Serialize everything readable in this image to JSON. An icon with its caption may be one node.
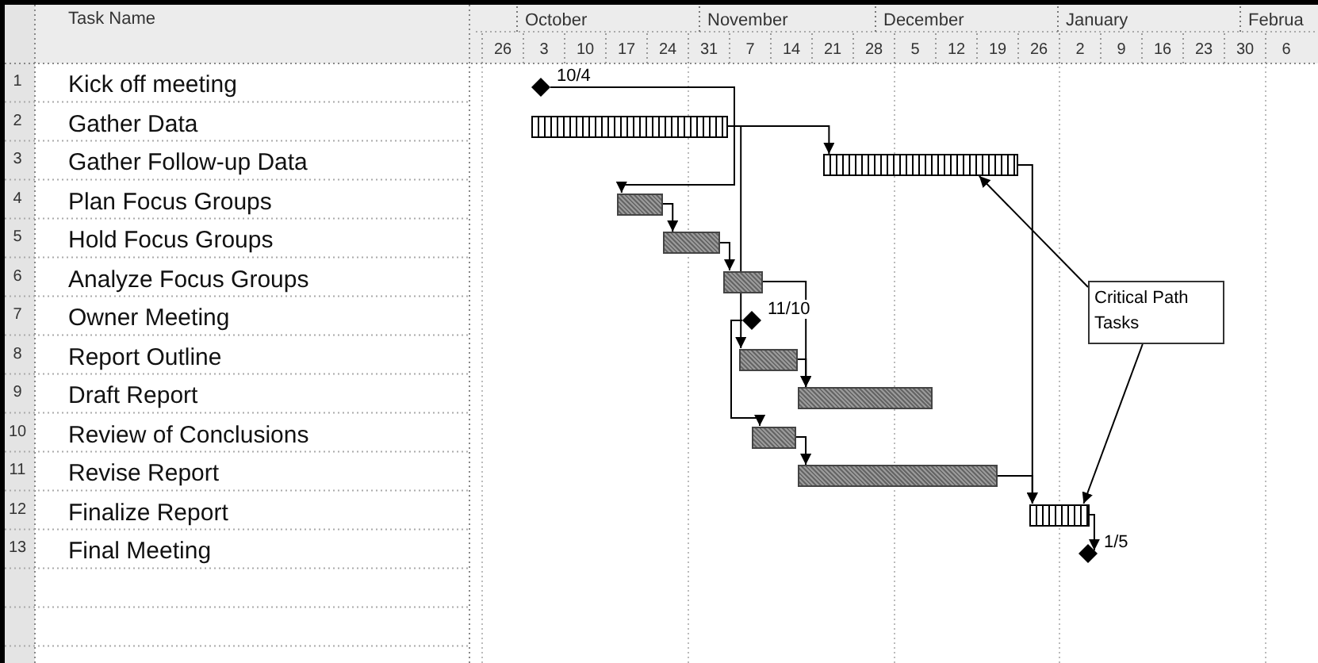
{
  "diagram": {
    "nodes": [
      {
        "text": [],
        "shape": "diamond",
        "beside": [
          "10/4"
        ]
      },
      {
        "text": [],
        "shape": "bar"
      },
      {
        "text": [],
        "shape": "bar"
      },
      {
        "text": [],
        "shape": "bar"
      },
      {
        "text": [],
        "shape": "bar"
      },
      {
        "text": [],
        "shape": "bar"
      },
      {
        "text": [],
        "shape": "diamond",
        "beside": [
          "11/10"
        ]
      },
      {
        "text": [],
        "shape": "bar"
      },
      {
        "text": [],
        "shape": "bar"
      },
      {
        "text": [],
        "shape": "bar"
      },
      {
        "text": [],
        "shape": "bar"
      },
      {
        "text": [],
        "shape": "bar"
      },
      {
        "text": [],
        "shape": "diamond",
        "beside": [
          "1/5"
        ]
      },
      {
        "text": [
          "Critical Path Tasks"
        ]
      }
    ],
    "edges": [
      {
        "from": 0,
        "to": 3,
        "arrow": "to"
      },
      {
        "from": 1,
        "to": 2,
        "arrow": "to"
      },
      {
        "from": 1,
        "to": 7,
        "arrow": "to"
      },
      {
        "from": 3,
        "to": 4,
        "arrow": "to"
      },
      {
        "from": 4,
        "to": 5,
        "arrow": "to"
      },
      {
        "from": 5,
        "to": 8,
        "arrow": "to"
      },
      {
        "from": 7,
        "to": 8,
        "arrow": "to"
      },
      {
        "from": 6,
        "to": 9,
        "arrow": "to"
      },
      {
        "from": 9,
        "to": 10,
        "arrow": "to"
      },
      {
        "from": 10,
        "to": 11,
        "arrow": "to"
      },
      {
        "from": 2,
        "to": 11,
        "arrow": "to"
      },
      {
        "from": 11,
        "to": 12,
        "arrow": "to"
      },
      {
        "from": 13,
        "to": 2,
        "arrow": "to"
      },
      {
        "from": 13,
        "to": 11,
        "arrow": "to"
      }
    ],
    "labels": [
      "Task Name",
      "October",
      "November",
      "December",
      "January",
      "Februa",
      "26",
      "3",
      "10",
      "17",
      "24",
      "31",
      "7",
      "14",
      "21",
      "28",
      "5",
      "12",
      "19",
      "26",
      "2",
      "9",
      "16",
      "23",
      "30",
      "6",
      "1",
      "Kick off meeting",
      "2",
      "Gather Data",
      "3",
      "Gather Follow-up Data",
      "4",
      "Plan Focus Groups",
      "5",
      "Hold Focus Groups",
      "6",
      "Analyze Focus Groups",
      "7",
      "Owner Meeting",
      "8",
      "Report Outline",
      "9",
      "Draft Report",
      "10",
      "Review of Conclusions",
      "11",
      "Revise Report",
      "12",
      "Finalize Report",
      "13",
      "Final Meeting"
    ]
  }
}
